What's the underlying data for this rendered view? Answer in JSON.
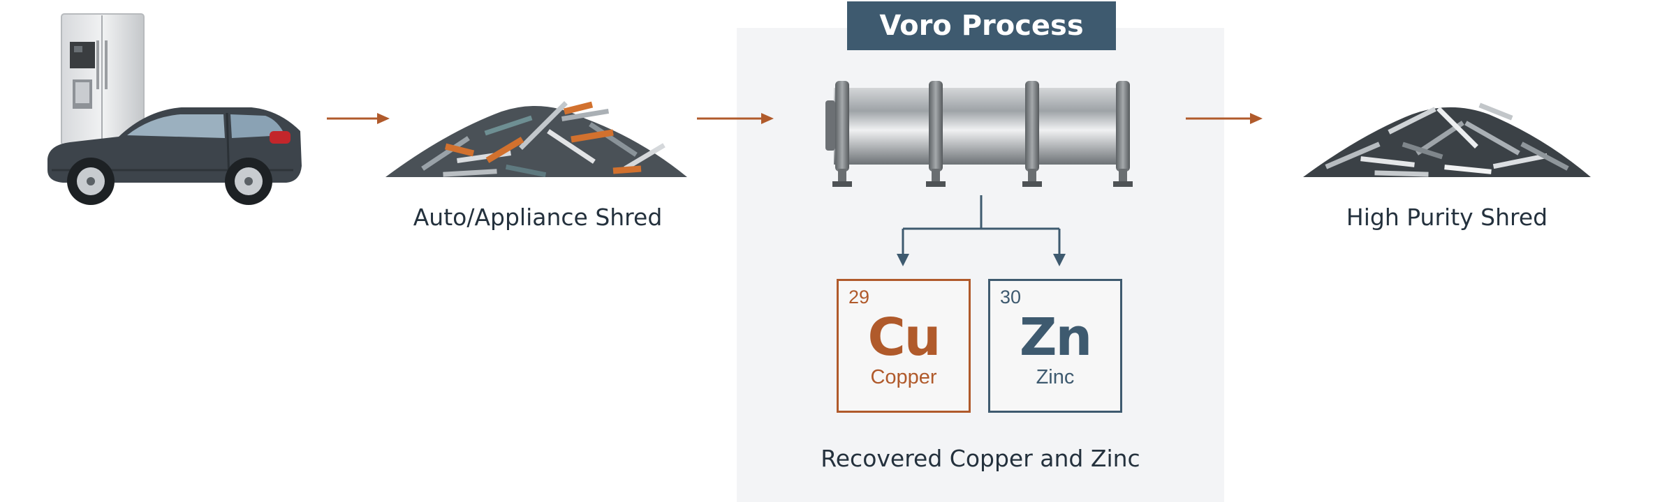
{
  "header": {
    "title": "Voro Process"
  },
  "steps": {
    "input_shred_label": "Auto/Appliance Shred",
    "output_shred_label": "High Purity Shred",
    "recovered_label": "Recovered Copper and Zinc"
  },
  "elements": [
    {
      "number": "29",
      "symbol": "Cu",
      "name": "Copper",
      "color": "#b05a2b"
    },
    {
      "number": "30",
      "symbol": "Zn",
      "name": "Zinc",
      "color": "#3e5a6f"
    }
  ],
  "colors": {
    "flow_arrow": "#b05a2b",
    "branch_arrow": "#3e5a6f",
    "panel": "#f3f4f6",
    "title_bar": "#3e5a6f"
  },
  "icons": [
    "refrigerator-icon",
    "suv-car-icon",
    "scrap-pile-icon",
    "process-drum-icon",
    "clean-shred-pile-icon"
  ]
}
